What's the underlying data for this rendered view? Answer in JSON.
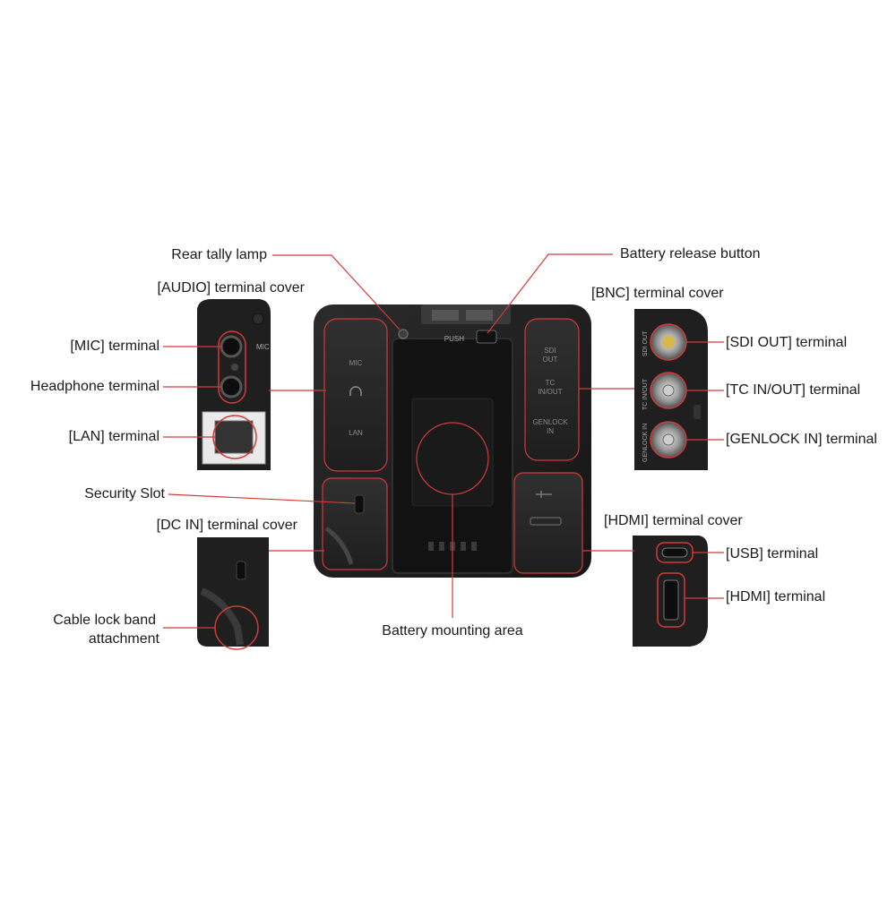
{
  "callouts": {
    "rear_tally_lamp": "Rear tally lamp",
    "audio_cover": "[AUDIO] terminal cover",
    "mic_terminal": "[MIC] terminal",
    "headphone_terminal": "Headphone terminal",
    "lan_terminal": "[LAN] terminal",
    "security_slot": "Security Slot",
    "dc_in_cover": "[DC IN] terminal cover",
    "cable_lock_line1": "Cable lock band",
    "cable_lock_line2": "attachment",
    "battery_release": "Battery release button",
    "bnc_cover": "[BNC] terminal cover",
    "sdi_out": "[SDI OUT] terminal",
    "tc_in_out": "[TC IN/OUT] terminal",
    "genlock_in": "[GENLOCK IN] terminal",
    "hdmi_cover": "[HDMI] terminal cover",
    "usb_terminal": "[USB] terminal",
    "hdmi_terminal": "[HDMI] terminal",
    "battery_mounting": "Battery mounting area"
  },
  "device_print": {
    "mic": "MIC",
    "lan": "LAN",
    "push": "PUSH",
    "sdi_out_1": "SDI",
    "sdi_out_2": "OUT",
    "tc_1": "TC",
    "tc_2": "IN/OUT",
    "genlock_1": "GENLOCK",
    "genlock_2": "IN",
    "side_mic": "MIC",
    "side_sdi": "SDI OUT",
    "side_tc": "TC IN/OUT",
    "side_genlock": "GENLOCK IN"
  },
  "colors": {
    "callout_red": "#d23a3a",
    "body_dark": "#1c1c1c",
    "panel_dark": "#2a2a2a",
    "print_gray": "#8a8a8a"
  }
}
